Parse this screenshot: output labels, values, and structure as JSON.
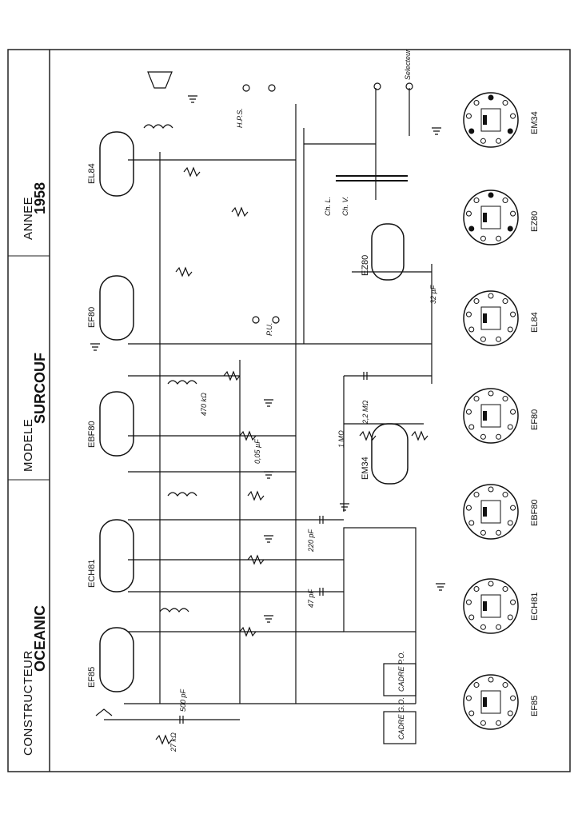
{
  "header": {
    "constructeur_caption": "CONSTRUCTEUR",
    "constructeur_value": "OCEANIC",
    "modele_caption": "MODELE",
    "modele_value": "SURCOUF",
    "annee_caption": "ANNEE",
    "annee_value": "1958"
  },
  "tubes": [
    "EF85",
    "ECH81",
    "EBF80",
    "EF80",
    "EL84",
    "EZ80",
    "EM34"
  ],
  "base_labels": [
    "EF85",
    "ECH81",
    "EBF80",
    "EF80",
    "EL84",
    "EZ80",
    "EM34"
  ],
  "labels": {
    "selecteur": "Selecteur",
    "hps": "H.P.S.",
    "pu": "P.U.",
    "cadre_po": "CADRE P.O.",
    "cadre_go": "CADRE G.O.",
    "ch_l": "Ch. L.",
    "ch_v": "Ch. V.",
    "c1": "500 pF",
    "c2": "47 pF",
    "c3": "220 pF",
    "c4": "0,05 µF",
    "c5": "32 µF",
    "r1": "27 kΩ",
    "r2": "1 MΩ",
    "r3": "470 kΩ",
    "r4": "2,2 MΩ"
  }
}
